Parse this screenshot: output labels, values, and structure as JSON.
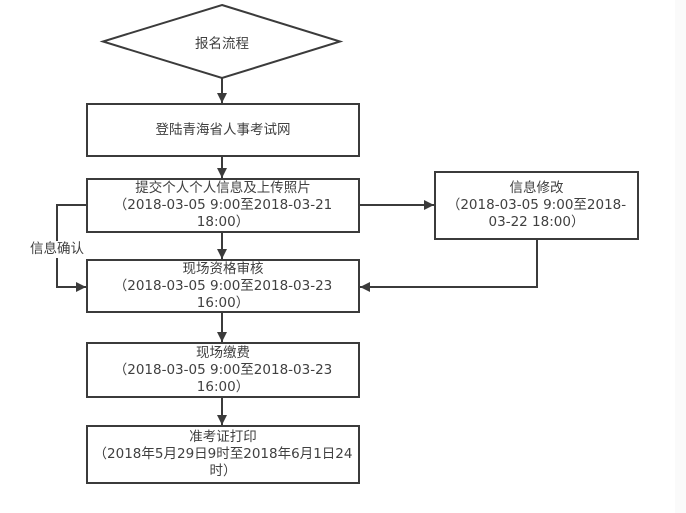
{
  "colors": {
    "line": "#3b3b3b",
    "text": "#404040",
    "background": "#ffffff"
  },
  "flowchart": {
    "start": {
      "label": "报名流程"
    },
    "login": {
      "label": "登陆青海省人事考试网"
    },
    "submit": {
      "lines": [
        "提交个人个人信息及上传照片",
        "（2018-03-05 9:00至2018-03-21",
        "18:00）"
      ]
    },
    "modify": {
      "lines": [
        "信息修改",
        "（2018-03-05 9:00至2018-",
        "03-22 18:00）"
      ]
    },
    "review": {
      "lines": [
        "现场资格审核",
        "（2018-03-05 9:00至2018-03-23",
        "16:00）"
      ]
    },
    "pay": {
      "lines": [
        "现场缴费",
        "（2018-03-05 9:00至2018-03-23",
        "16:00）"
      ]
    },
    "print": {
      "lines": [
        "准考证打印",
        "（2018年5月29日9时至2018年6月1日24",
        "时）"
      ]
    },
    "edge_label_confirm": "信息确认"
  }
}
